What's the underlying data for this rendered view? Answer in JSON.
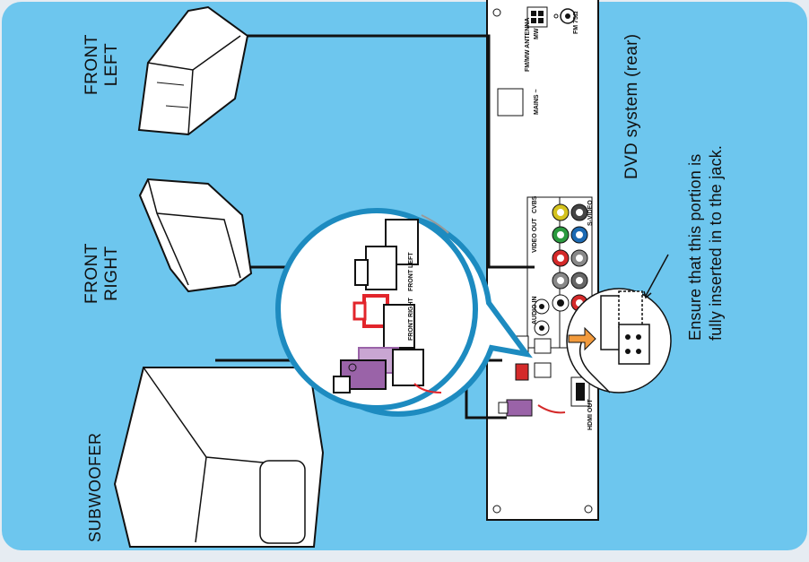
{
  "labels": {
    "front_left": [
      "FRONT",
      "LEFT"
    ],
    "front_right": [
      "FRONT",
      "RIGHT"
    ],
    "subwoofer": "SUBWOOFER",
    "dvd_system": "DVD system (rear)",
    "note": [
      "Ensure that this portion is",
      "fully inserted in to the jack."
    ]
  },
  "panel_text": {
    "antenna": "FM/MW ANTENNA",
    "mw": "MW",
    "fm": "FM 75Ω",
    "mains": "MAINS ~",
    "video_out": "VIDEO OUT",
    "svideo": "S-VIDEO",
    "cvbs": "CVBS",
    "audio_in": "AUDIO IN",
    "hdmi_out": "HDMI OUT"
  },
  "zoom_text": {
    "front_left": "FRONT LEFT",
    "front_right": "FRONT RIGHT"
  },
  "colors": {
    "panel_bg": "#6dc6ee",
    "outer_bg": "#e6ecf2",
    "zoom_border": "#1d8bc0",
    "red_jack": "#e2252b",
    "purple_jack": "#9a63a8",
    "arrow": "#f29a3c"
  }
}
